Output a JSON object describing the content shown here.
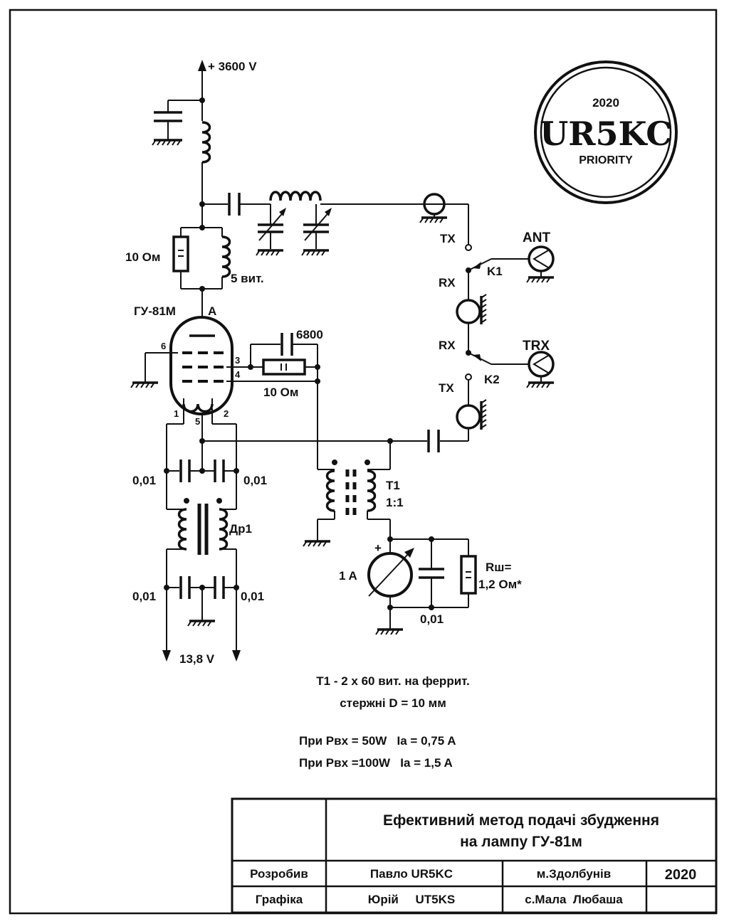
{
  "labels": {
    "hv": "+ 3600 V",
    "r_anode": "10 Ом",
    "l_anode_turns": "5 вит.",
    "tube_name": "ГУ-81М",
    "anode_pin": "A",
    "pin6": "6",
    "pin3": "3",
    "pin4": "4",
    "pin1": "1",
    "pin5": "5",
    "pin2": "2",
    "c_grid": "6800",
    "r_grid": "10 Ом",
    "c_left_top": "0,01",
    "c_right_top": "0,01",
    "choke": "Др1",
    "c_left_bot": "0,01",
    "c_right_bot": "0,01",
    "filament_voltage": "13,8 V",
    "tx_top": "TX",
    "rx_k1": "RX",
    "k1": "K1",
    "ant": "ANT",
    "rx_k2": "RX",
    "trx": "TRX",
    "tx_k2": "TX",
    "k2": "K2",
    "t1": "T1",
    "t1_ratio": "1:1",
    "meter": "1 A",
    "meter_plus": "+",
    "rsh": "Rш=",
    "rsh_val": "1,2 Ом*",
    "c_meter": "0,01"
  },
  "stamp": {
    "year": "2020",
    "callsign": "UR5KC",
    "text": "PRIORITY"
  },
  "notes": {
    "line1": "T1 - 2 х 60 вит. на феррит.",
    "line2": "стержні D = 10 мм",
    "line3": "При Рвх = 50W   Ia = 0,75 A",
    "line4": "При Рвх =100W   Ia = 1,5 A"
  },
  "title_block": {
    "title_line1": "Ефективний метод подачі збудження",
    "title_line2": "на лампу ГУ-81м",
    "row1": {
      "role": "Розробив",
      "name": "Павло UR5KC",
      "place": "м.Здолбунів",
      "year": "2020"
    },
    "row2": {
      "role": "Графіка",
      "name": "Юрій     UT5KS",
      "place": "с.Мала  Любаша",
      "year": ""
    }
  }
}
